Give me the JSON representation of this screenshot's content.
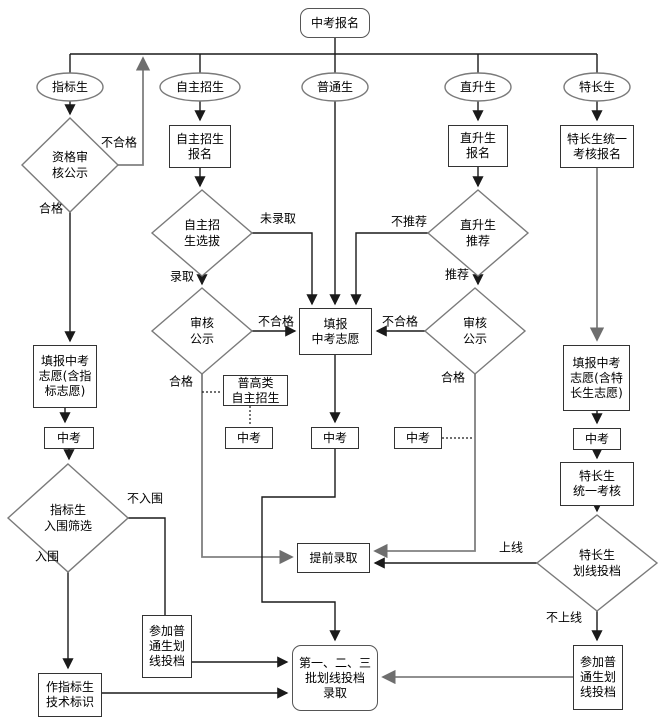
{
  "diagram": {
    "nodes": {
      "start": {
        "label": "中考报名"
      },
      "category_quota": {
        "label": "指标生"
      },
      "category_autonomous": {
        "label": "自主招生"
      },
      "category_regular": {
        "label": "普通生"
      },
      "category_direct": {
        "label": "直升生"
      },
      "category_talent": {
        "label": "特长生"
      },
      "qualification_review": {
        "label": "资格审\n核公示"
      },
      "autonomous_signup": {
        "label": "自主招生\n报名"
      },
      "autonomous_selection": {
        "label": "自主招\n生选拔"
      },
      "direct_signup": {
        "label": "直升生\n报名"
      },
      "talent_exam_signup": {
        "label": "特长生统一\n考核报名"
      },
      "direct_recommendation": {
        "label": "直升生\n推荐"
      },
      "review_left": {
        "label": "审核\n公示"
      },
      "review_right": {
        "label": "审核\n公示"
      },
      "fill_preference": {
        "label": "填报\n中考志愿"
      },
      "fill_preference_quota": {
        "label": "填报中考\n志愿(含指\n标志愿)"
      },
      "general_autonomous": {
        "label": "普高类\n自主招生"
      },
      "exam_quota": {
        "label": "中考"
      },
      "exam_autonomous": {
        "label": "中考"
      },
      "exam_regular": {
        "label": "中考"
      },
      "exam_direct": {
        "label": "中考"
      },
      "exam_talent": {
        "label": "中考"
      },
      "fill_preference_talent": {
        "label": "填报中考\n志愿(含特\n长生志愿)"
      },
      "talent_unified_exam": {
        "label": "特长生\n统一考核"
      },
      "talent_cutoff": {
        "label": "特长生\n划线投档"
      },
      "quota_screening": {
        "label": "指标生\n入围筛选"
      },
      "early_admission": {
        "label": "提前录取"
      },
      "join_general_left": {
        "label": "参加普\n通生划\n线投档"
      },
      "quota_mark": {
        "label": "作指标生\n技术标识"
      },
      "batch_admission": {
        "label": "第一、二、三\n批划线投档\n录取"
      },
      "join_general_right": {
        "label": "参加普\n通生划\n线投档"
      }
    },
    "edge_labels": {
      "qual_fail": "不合格",
      "qual_pass": "合格",
      "sel_fail": "未录取",
      "sel_pass": "录取",
      "review_left_fail": "不合格",
      "review_left_pass": "合格",
      "rec_fail": "不推荐",
      "rec_pass": "推荐",
      "review_right_fail": "不合格",
      "review_right_pass": "合格",
      "cutoff_pass": "上线",
      "cutoff_fail": "不上线",
      "screen_fail": "不入围",
      "screen_pass": "入围"
    },
    "colors": {
      "line": "#1a1a1a",
      "line_gray": "#808080",
      "shape_border": "#333333",
      "ellipse_border": "#7a7a7a",
      "background": "#ffffff",
      "text": "#000000"
    }
  }
}
